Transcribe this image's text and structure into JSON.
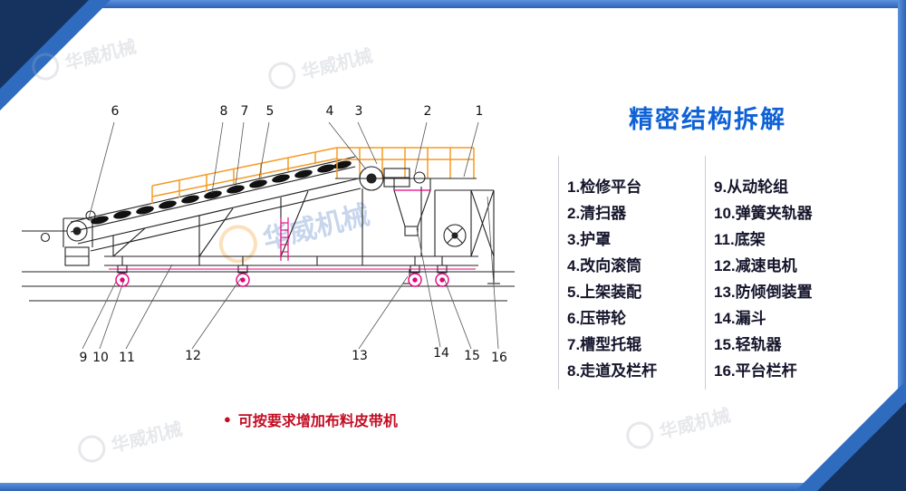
{
  "colors": {
    "frame_blue": "#2f6cc0",
    "frame_dark_blue": "#16335f",
    "title_blue": "#0e62d6",
    "note_red": "#c30d23",
    "diagram_orange": "#f59a23",
    "diagram_magenta": "#e6007e"
  },
  "panel": {
    "title": "精密结构拆解",
    "columns": [
      {
        "items": [
          "1.检修平台",
          "2.清扫器",
          "3.护罩",
          "4.改向滚筒",
          "5.上架装配",
          "6.压带轮",
          "7.槽型托辊",
          "8.走道及栏杆"
        ]
      },
      {
        "items": [
          "9.从动轮组",
          "10.弹簧夹轨器",
          "11.底架",
          "12.减速电机",
          "13.防倾倒装置",
          "14.漏斗",
          "15.轻轨器",
          "16.平台栏杆"
        ]
      }
    ]
  },
  "diagram": {
    "callouts_top": [
      "6",
      "8",
      "7",
      "5",
      "4",
      "3",
      "2",
      "1"
    ],
    "callouts_bottom": [
      "9",
      "10",
      "11",
      "12",
      "13",
      "14",
      "15",
      "16"
    ]
  },
  "note": {
    "bullet": "●",
    "text": "可按要求增加布料皮带机"
  },
  "watermark": {
    "brand": "华威机械"
  }
}
